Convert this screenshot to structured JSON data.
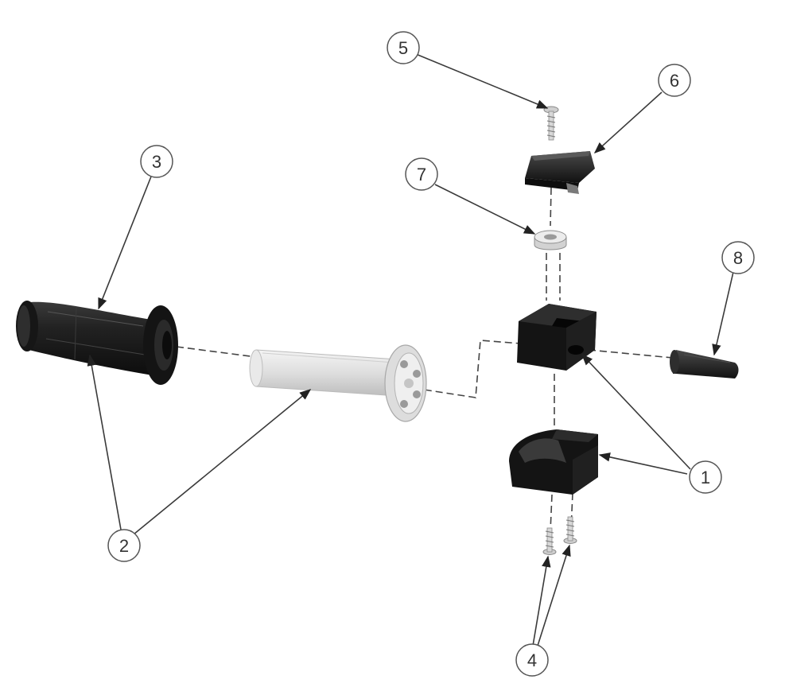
{
  "callouts": [
    {
      "id": "1",
      "label": "1"
    },
    {
      "id": "2",
      "label": "2"
    },
    {
      "id": "3",
      "label": "3"
    },
    {
      "id": "4",
      "label": "4"
    },
    {
      "id": "5",
      "label": "5"
    },
    {
      "id": "6",
      "label": "6"
    },
    {
      "id": "7",
      "label": "7"
    },
    {
      "id": "8",
      "label": "8"
    }
  ],
  "colors": {
    "rubber": "#1f1f1f",
    "metal": "#e6e6e6",
    "housing": "#151515",
    "line": "#3a3a3a"
  }
}
